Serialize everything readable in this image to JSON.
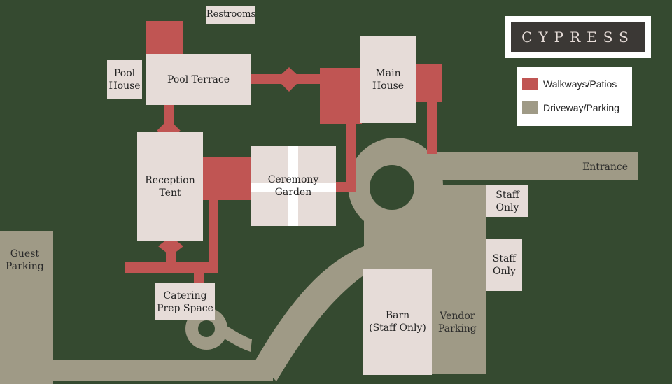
{
  "colors": {
    "background": "#354a30",
    "walkway": "#c05553",
    "driveway": "#9f9a86",
    "building": "#e6dcd8",
    "logo_bg": "#3b3835",
    "garden_cross": "#ffffff"
  },
  "logo": {
    "text": "CYPRESS"
  },
  "legend": {
    "walkways": {
      "label": "Walkways/Patios",
      "color": "#c05553"
    },
    "driveway": {
      "label": "Driveway/Parking",
      "color": "#9f9a86"
    }
  },
  "buildings": {
    "restrooms": "Restrooms",
    "pool_house": "Pool\nHouse",
    "pool_terrace": "Pool Terrace",
    "main_house": "Main\nHouse",
    "reception_tent": "Reception\nTent",
    "ceremony_garden": "Ceremony\nGarden",
    "staff_only_1": "Staff\nOnly",
    "staff_only_2": "Staff\nOnly",
    "catering": "Catering\nPrep Space",
    "barn": "Barn\n(Staff Only)"
  },
  "labels": {
    "entrance": "Entrance",
    "guest_parking": "Guest\nParking",
    "vendor_parking": "Vendor\nParking"
  }
}
